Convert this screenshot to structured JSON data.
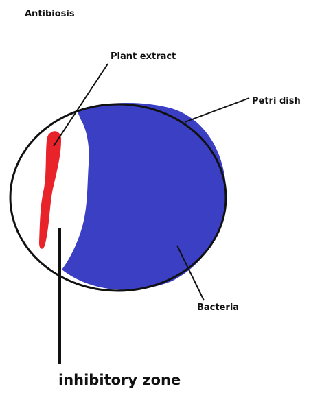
{
  "diagram": {
    "title": "Antibiosis",
    "labels": {
      "plant_extract": "Plant extract",
      "petri_dish": "Petri dish",
      "bacteria": "Bacteria",
      "inhibitory_zone": "inhibitory zone"
    },
    "colors": {
      "bacteria": "#3a3fc4",
      "plant_extract": "#e8232a",
      "dish_outline": "#111111",
      "background": "#ffffff"
    }
  }
}
